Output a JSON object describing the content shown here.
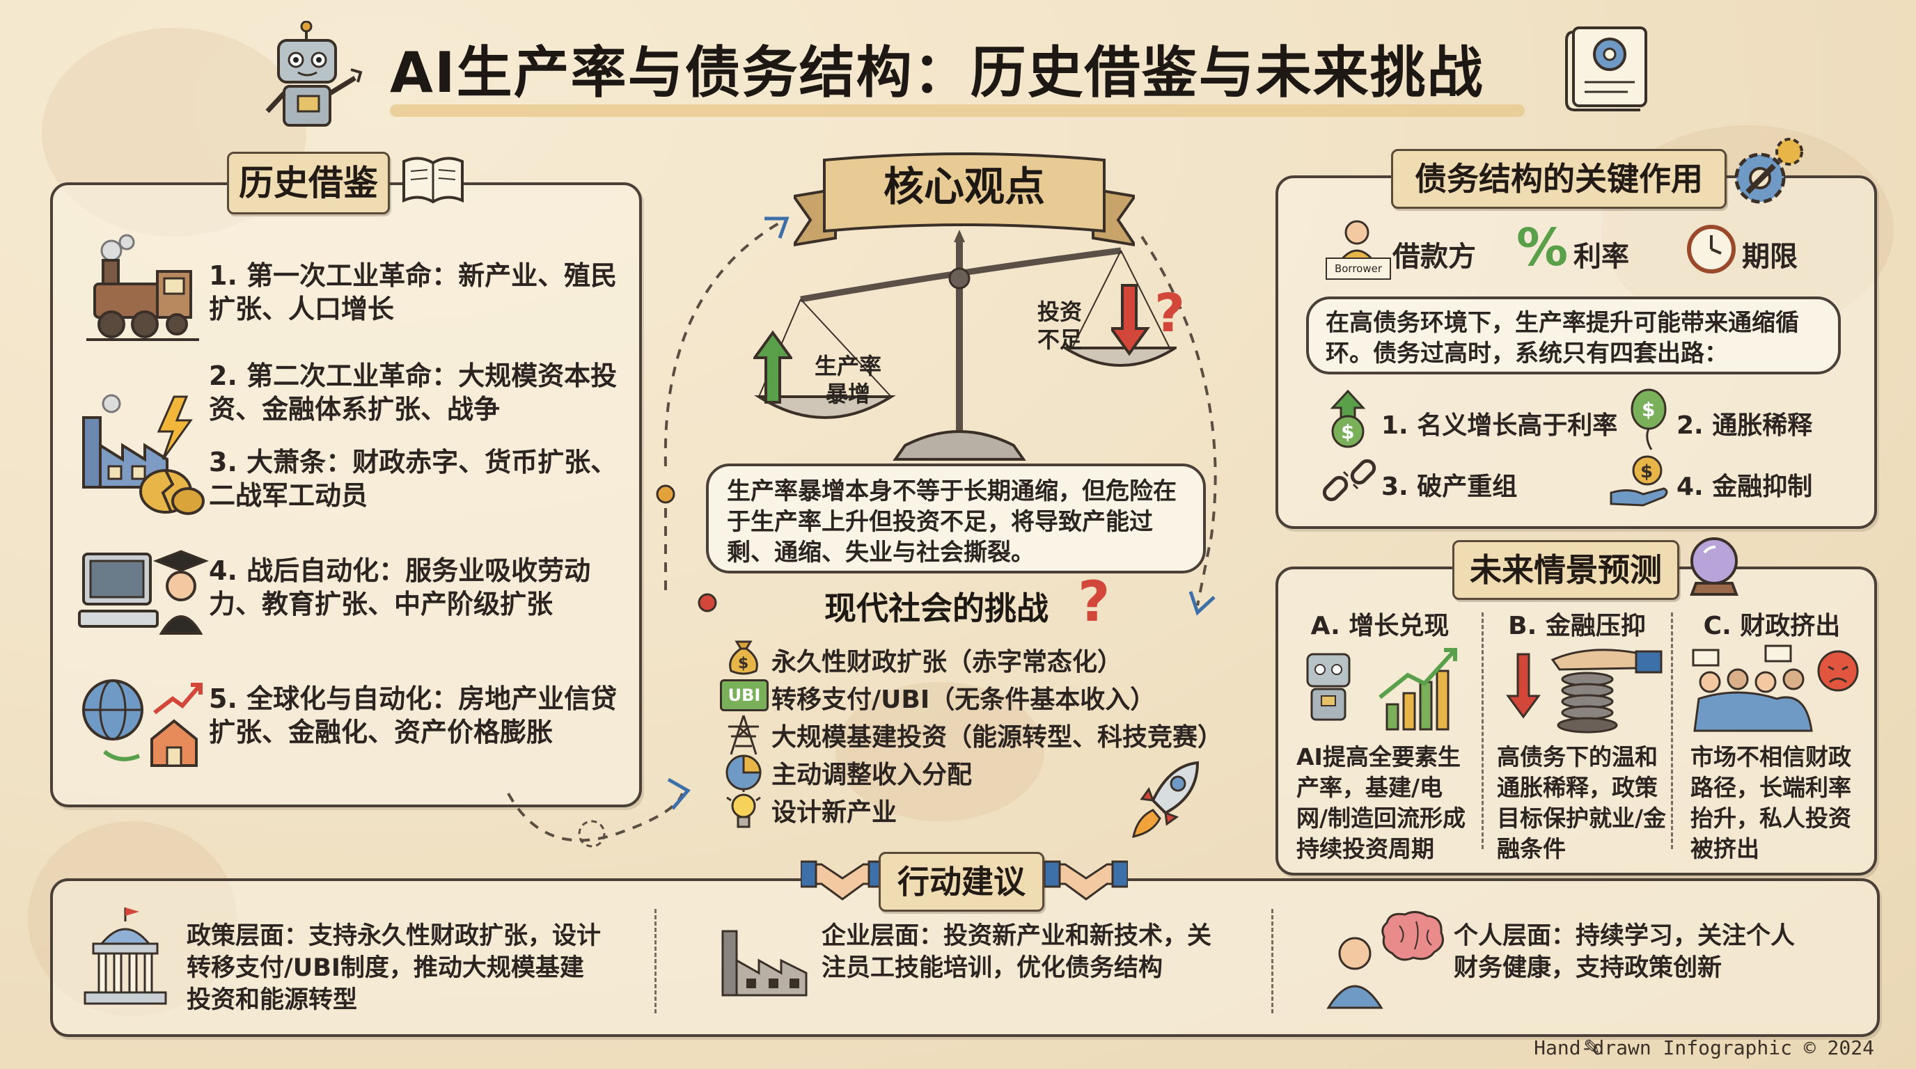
{
  "title": "AI生产率与债务结构：历史借鉴与未来挑战",
  "history": {
    "tag": "历史借鉴",
    "items": [
      {
        "text": "1. 第一次工业革命：新产业、殖民扩张、人口增长",
        "icon": "steam-locomotive-icon"
      },
      {
        "text": "2. 第二次工业革命：大规模资本投资、金融体系扩张、战争",
        "icon": "factory-lightning-icon"
      },
      {
        "text": "3. 大萧条：财政赤字、货币扩张、二战军工动员",
        "icon": "broken-coin-icon"
      },
      {
        "text": "4. 战后自动化：服务业吸收劳动力、教育扩张、中产阶级扩张",
        "icon": "computer-graduate-icon"
      },
      {
        "text": "5. 全球化与自动化：房地产业信贷扩张、金融化、资产价格膨胀",
        "icon": "globe-house-icon"
      }
    ]
  },
  "core": {
    "tag": "核心观点",
    "left_pan": "生产率暴增",
    "right_pan": "投资不足",
    "statement": "生产率暴增本身不等于长期通缩，但危险在于生产率上升但投资不足，将导致产能过剩、通缩、失业与社会撕裂。"
  },
  "challenges": {
    "title": "现代社会的挑战",
    "items": [
      {
        "text": "永久性财政扩张（赤字常态化）",
        "icon": "money-bag-icon"
      },
      {
        "text": "转移支付/UBI（无条件基本收入）",
        "icon": "ubi-badge-icon",
        "badge": "UBI"
      },
      {
        "text": "大规模基建投资（能源转型、科技竞赛）",
        "icon": "power-tower-icon"
      },
      {
        "text": "主动调整收入分配",
        "icon": "pie-chart-icon"
      },
      {
        "text": "设计新产业",
        "icon": "lightbulb-icon"
      }
    ]
  },
  "debt": {
    "tag": "债务结构的关键作用",
    "factors": [
      {
        "label": "借款方",
        "icon": "borrower-icon",
        "badge": "Borrower"
      },
      {
        "label": "利率",
        "icon": "percent-icon"
      },
      {
        "label": "期限",
        "icon": "clock-icon"
      }
    ],
    "statement": "在高债务环境下，生产率提升可能带来通缩循环。债务过高时，系统只有四套出路：",
    "exits": [
      {
        "label": "1. 名义增长高于利率",
        "icon": "dollar-up-arrow-icon"
      },
      {
        "label": "2. 通胀稀释",
        "icon": "dollar-balloon-icon"
      },
      {
        "label": "3. 破产重组",
        "icon": "broken-chain-icon"
      },
      {
        "label": "4. 金融抑制",
        "icon": "hand-coin-icon"
      }
    ]
  },
  "future": {
    "tag": "未来情景预测",
    "scenarios": [
      {
        "title": "A. 增长兑现",
        "text": "AI提高全要素生产率，基建/电网/制造回流形成持续投资周期",
        "icon": "robot-growth-icon"
      },
      {
        "title": "B. 金融压抑",
        "text": "高债务下的温和通胀稀释，政策目标保护就业/金融条件",
        "icon": "hand-press-spring-icon"
      },
      {
        "title": "C. 财政挤出",
        "text": "市场不相信财政路径，长端利率抬升，私人投资被挤出",
        "icon": "crowd-angry-icon"
      }
    ]
  },
  "actions": {
    "tag": "行动建议",
    "items": [
      {
        "text": "政策层面：支持永久性财政扩张，设计转移支付/UBI制度，推动大规模基建投资和能源转型",
        "icon": "government-building-icon"
      },
      {
        "text": "企业层面：投资新产业和新技术，关注员工技能培训，优化债务结构",
        "icon": "factory-icon"
      },
      {
        "text": "个人层面：持续学习，关注个人财务健康，支持政策创新",
        "icon": "person-brain-icon"
      }
    ]
  },
  "footer": "Hand-drawn Infographic © 2024",
  "colors": {
    "paper": "#f2e4c8",
    "ink": "#2a2420",
    "ribbon": "#e8cb94",
    "green": "#5aa04a",
    "red": "#d2473a",
    "blue": "#3d6fa8",
    "gold": "#d9a43a"
  }
}
